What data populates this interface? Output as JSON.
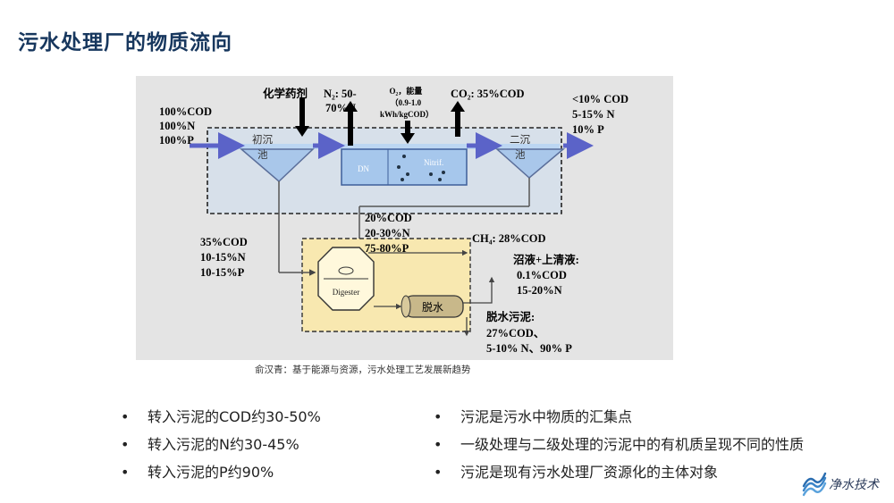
{
  "page": {
    "title": "污水处理厂的物质流向",
    "caption": "俞汉青：基于能源与资源，污水处理工艺发展新趋势"
  },
  "diagram": {
    "input": [
      "100%COD",
      "100%N",
      "100%P"
    ],
    "chemicals": "化学药剂",
    "n2": "N₂: 50-",
    "n2b": "70%N",
    "o2_energy": "O₂，能量",
    "energy_range": "（0.9-1.0",
    "energy_unit": "kWh/kgCOD）",
    "co2": "CO₂: 35%COD",
    "output": [
      "<10% COD",
      "5-15% N",
      "10% P"
    ],
    "primary_tank": [
      "初沉",
      "池"
    ],
    "dn": "DN",
    "nitrif": "Nitrif.",
    "secondary_tank": "二沉",
    "secondary_tank_2": "池",
    "primary_sludge": [
      "35%COD",
      "10-15%N",
      "10-15%P"
    ],
    "secondary_sludge": [
      "20%COD",
      "20-30%N",
      "75-80%P"
    ],
    "digester": "Digester",
    "ch4": "CH₄: 28%COD",
    "liquor": [
      "沼液+上清液:",
      "0.1%COD",
      "15-20%N"
    ],
    "dewater": "脱水",
    "dewatered": [
      "脱水污泥:",
      "27%COD、",
      "5-10% N、90% P"
    ]
  },
  "bullets_left": [
    "转入污泥的COD约30-50%",
    "转入污泥的N约30-45%",
    "转入污泥的P约90%"
  ],
  "bullets_right": [
    "污泥是污水中物质的汇集点",
    "一级处理与二级处理的污泥中的有机质呈现不同的性质",
    "污泥是现有污水处理厂资源化的主体对象"
  ],
  "bullet_symbol": "•",
  "logo_text": "净水技术",
  "colors": {
    "title": "#17375E",
    "water": "#bcd6f2",
    "flow": "#5b63c8",
    "digester_fill": "#f8e8b0",
    "digester_border": "#a6915c",
    "dewater": "#8a7a4f"
  }
}
